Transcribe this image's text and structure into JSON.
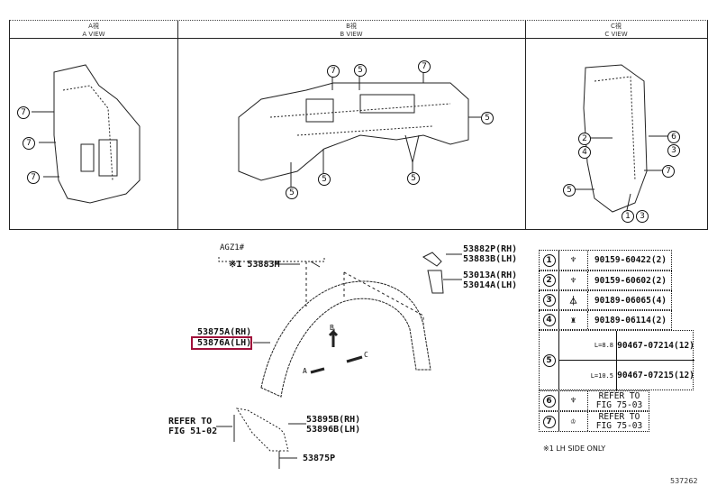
{
  "views": [
    {
      "title_jp": "A視",
      "title_en": "A VIEW",
      "callouts": [
        "7",
        "7",
        "7"
      ]
    },
    {
      "title_jp": "B視",
      "title_en": "B VIEW",
      "callouts": [
        "7",
        "5",
        "7",
        "5",
        "5",
        "5",
        "5"
      ]
    },
    {
      "title_jp": "C視",
      "title_en": "C VIEW",
      "callouts": [
        "2",
        "4",
        "6",
        "3",
        "7",
        "5",
        "1",
        "3"
      ]
    }
  ],
  "main": {
    "group_label": "AGZ1#",
    "parts": {
      "p53883m": "※1 53883M",
      "p53882p": "53882P(RH)",
      "p53883b": "53883B(LH)",
      "p53013a": "53013A(RH)",
      "p53014a": "53014A(LH)",
      "p53875a": "53875A(RH)",
      "p53876a": "53876A(LH)",
      "p53895b": "53895B(RH)",
      "p53896b": "53896B(LH)",
      "p53875p": "53875P",
      "refer1": "REFER TO",
      "refer2": "FIG 51-02"
    },
    "arrows": {
      "a": "A",
      "b": "B",
      "c": "C"
    }
  },
  "fastener_table": {
    "rows": [
      {
        "num": "1",
        "part": "90159-60422(2)"
      },
      {
        "num": "2",
        "part": "90159-60602(2)"
      },
      {
        "num": "3",
        "part": "90189-06065(4)"
      },
      {
        "num": "4",
        "part": "90189-06114(2)"
      },
      {
        "num": "5",
        "sub": [
          {
            "dim": "L=8.8",
            "part": "90467-07214(12)"
          },
          {
            "dim": "L=10.5",
            "part": "90467-07215(12)"
          }
        ]
      },
      {
        "num": "6",
        "part_l1": "REFER TO",
        "part_l2": "FIG 75-03"
      },
      {
        "num": "7",
        "part_l1": "REFER TO",
        "part_l2": "FIG 75-03"
      }
    ],
    "note": "※1 LH SIDE ONLY"
  },
  "figure_id": "537262",
  "highlight_color": "#a0103a"
}
